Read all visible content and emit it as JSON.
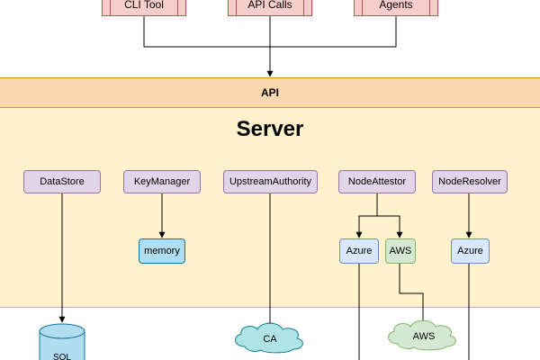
{
  "clients": {
    "cli_tool": "CLI Tool",
    "api_calls": "API Calls",
    "agents": "Agents"
  },
  "api_bar": {
    "label": "API"
  },
  "server": {
    "title": "Server",
    "plugins": {
      "datastore": "DataStore",
      "keymanager": "KeyManager",
      "upstream": "UpstreamAuthority",
      "nodeattestor": "NodeAttestor",
      "noderesolver": "NodeResolver"
    },
    "subs": {
      "memory": "memory",
      "attestor_azure": "Azure",
      "attestor_aws": "AWS",
      "resolver_azure": "Azure"
    }
  },
  "external": {
    "sql": "SQL",
    "ca": "CA",
    "aws_cloud": "AWS"
  },
  "colors": {
    "client_fill": "#f8cecc",
    "api_fill": "#fad7ac",
    "server_fill": "#fff2cc",
    "plugin_fill": "#e1d5e7",
    "memory_fill": "#b1ddf0",
    "azure_fill": "#dae8fc",
    "aws_fill": "#d5e8d4"
  }
}
